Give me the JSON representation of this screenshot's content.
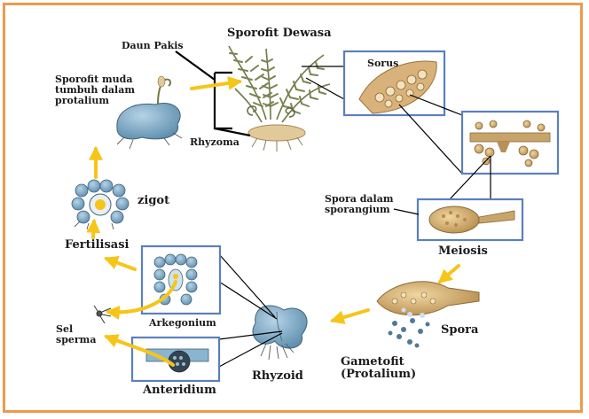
{
  "labels": {
    "sporofit_dewasa": "Sporofit Dewasa",
    "daun_pakis": "Daun Pakis",
    "rhyzoma": "Rhyzoma",
    "sorus": "Sorus",
    "sporofit_muda": "Sporofit muda\ntumbuh dalam\nprotalium",
    "zigot": "zigot",
    "fertilisasi": "Fertilisasi",
    "spora_dalam_sporangium": "Spora dalam\nsporangium",
    "meiosis": "Meiosis",
    "spora": "Spora",
    "gametofit": "Gametofit\n(Protalium)",
    "rhyzoid": "Rhyzoid",
    "arkegonium": "Arkegonium",
    "anteridium": "Anteridium",
    "sel_sperma": "Sel\nsperma"
  },
  "colors": {
    "frame": "#ee9a4d",
    "arrow": "#f5c518",
    "box_border": "#5b7fbf",
    "protalium": "#7fa9c4",
    "cell_blue": "#8ab4cf",
    "fern": "#7a8450",
    "rhizome": "#e2c99a",
    "sporangium": "#d8b27a"
  }
}
